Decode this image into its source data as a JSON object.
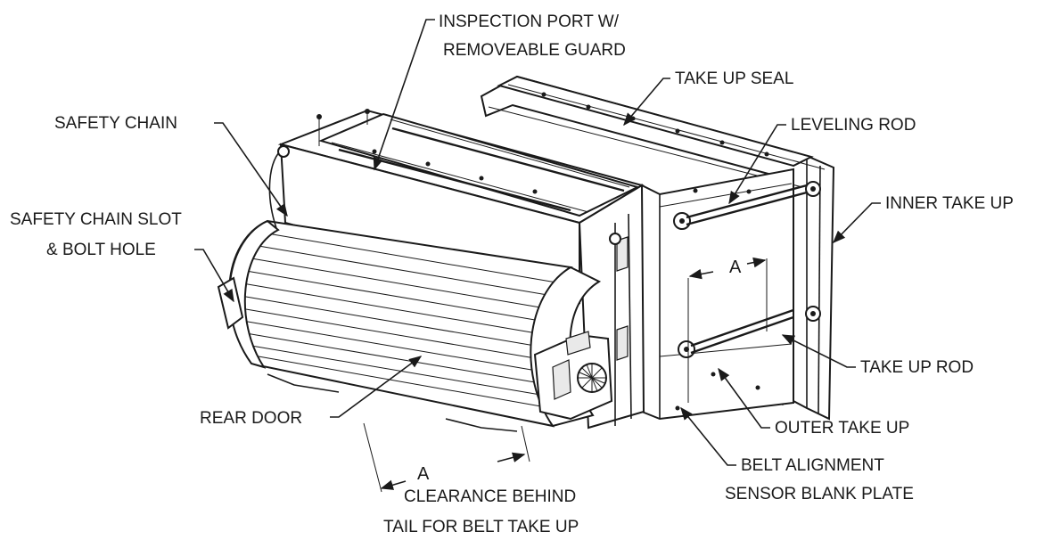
{
  "labels": {
    "inspection_port_line1": "INSPECTION PORT W/",
    "inspection_port_line2": "REMOVEABLE GUARD",
    "take_up_seal": "TAKE UP SEAL",
    "safety_chain": "SAFETY CHAIN",
    "leveling_rod": "LEVELING ROD",
    "safety_chain_slot_line1": "SAFETY CHAIN SLOT",
    "safety_chain_slot_line2": "& BOLT HOLE",
    "inner_take_up": "INNER TAKE UP",
    "take_up_rod": "TAKE UP ROD",
    "rear_door": "REAR DOOR",
    "outer_take_up": "OUTER TAKE UP",
    "belt_alignment_line1": "BELT ALIGNMENT",
    "belt_alignment_line2": "SENSOR BLANK PLATE",
    "clearance_line1": "CLEARANCE BEHIND",
    "clearance_line2": "TAIL FOR BELT TAKE UP"
  },
  "dimension_marks": {
    "upper": "A",
    "lower": "A"
  }
}
